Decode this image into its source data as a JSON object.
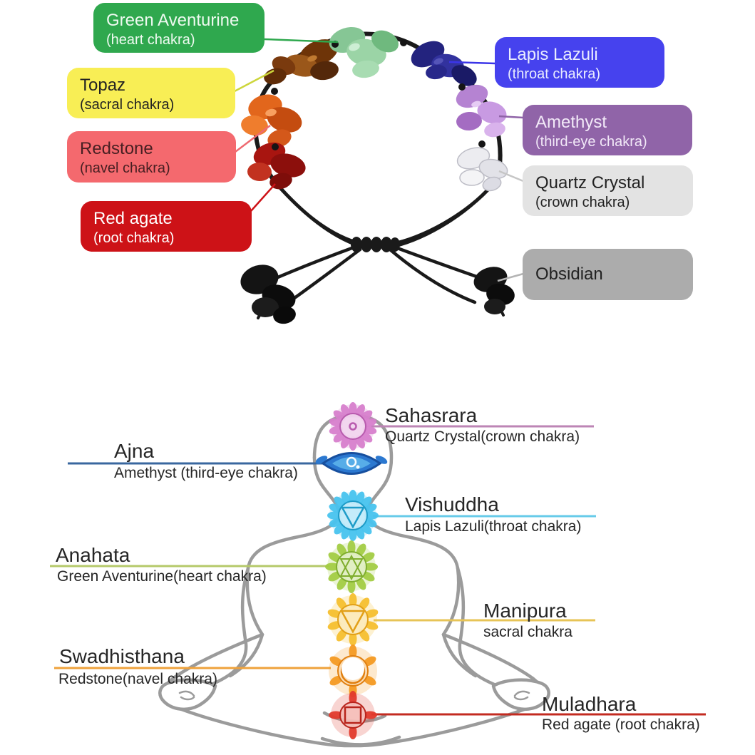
{
  "bracelet_section": {
    "labels": [
      {
        "id": "green-aventurine",
        "title": "Green Aventurine",
        "subtitle": "(heart chakra)",
        "bg": "#2fa84e",
        "text": "#eefaf0",
        "line": "#2fa84e"
      },
      {
        "id": "topaz",
        "title": "Topaz",
        "subtitle": "(sacral chakra)",
        "bg": "#f8ee55",
        "text": "#222222",
        "line": "#cdd63c"
      },
      {
        "id": "redstone",
        "title": "Redstone",
        "subtitle": "(navel chakra)",
        "bg": "#f4696e",
        "text": "#471f22",
        "line": "#ee6a70"
      },
      {
        "id": "red-agate",
        "title": "Red agate",
        "subtitle": "(root chakra)",
        "bg": "#cd1217",
        "text": "#ffffff",
        "line": "#cd1217"
      },
      {
        "id": "lapis-lazuli",
        "title": "Lapis Lazuli",
        "subtitle": "(throat chakra)",
        "bg": "#4642ee",
        "text": "#e9ecff",
        "line": "#3b35e8"
      },
      {
        "id": "amethyst",
        "title": "Amethyst",
        "subtitle": "(third-eye chakra)",
        "bg": "#9064a8",
        "text": "#f2e9f8",
        "line": "#8f63a7"
      },
      {
        "id": "quartz-crystal",
        "title": "Quartz Crystal",
        "subtitle": "(crown chakra)",
        "bg": "#e3e3e3",
        "text": "#222222",
        "line": "#c6c6c6"
      },
      {
        "id": "obsidian",
        "title": "Obsidian",
        "subtitle": "",
        "bg": "#acacac",
        "text": "#222222",
        "line": "#b4b4b4"
      }
    ]
  },
  "chakra_section": {
    "items": [
      {
        "id": "sahasrara",
        "title": "Sahasrara",
        "subtitle": "Quartz Crystal(crown chakra)",
        "line": "#bd85b5",
        "symbol": "#d77fcc",
        "accent": "#b85bae"
      },
      {
        "id": "ajna",
        "title": "Ajna",
        "subtitle": "Amethyst (third-eye chakra)",
        "line": "#39679f",
        "symbol": "#2b78d0",
        "accent": "#174f9e"
      },
      {
        "id": "vishuddha",
        "title": "Vishuddha",
        "subtitle": "Lapis Lazuli(throat chakra)",
        "line": "#67cbe9",
        "symbol": "#49c3ee",
        "accent": "#1e9cc8"
      },
      {
        "id": "anahata",
        "title": "Anahata",
        "subtitle": "Green Aventurine(heart chakra)",
        "line": "#b5c96a",
        "symbol": "#a3cc45",
        "accent": "#7fae2e"
      },
      {
        "id": "manipura",
        "title": "Manipura",
        "subtitle": "sacral chakra",
        "line": "#e7c457",
        "symbol": "#f6bf2f",
        "accent": "#e2a018"
      },
      {
        "id": "swadhisthana",
        "title": "Swadhisthana",
        "subtitle": "Redstone(navel chakra)",
        "line": "#efa23b",
        "symbol": "#f49a22",
        "accent": "#e07f10"
      },
      {
        "id": "muladhara",
        "title": "Muladhara",
        "subtitle": "Red agate (root chakra)",
        "line": "#c32b20",
        "symbol": "#e13a2c",
        "accent": "#b8241c"
      }
    ]
  },
  "artwork_colors": {
    "cord": "#1a1a1a",
    "figure_outline": "#9b9b9b",
    "stones": {
      "green_aventurine": "#8fc79a",
      "topaz": "#8a4a12",
      "redstone": "#d95f1c",
      "red_agate": "#a21510",
      "lapis_lazuli": "#2b2b8e",
      "amethyst": "#b986d6",
      "quartz_crystal": "#ececf0",
      "obsidian": "#121212"
    }
  }
}
